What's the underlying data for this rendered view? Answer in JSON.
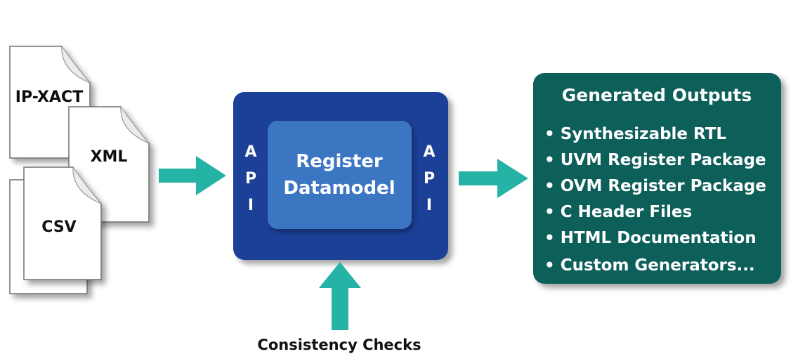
{
  "inputs": {
    "ipxact": "IP-XACT",
    "xml": "XML",
    "csv": "CSV"
  },
  "core": {
    "line1": "Register",
    "line2": "Datamodel",
    "api_left": [
      "A",
      "P",
      "I"
    ],
    "api_right": [
      "A",
      "P",
      "I"
    ]
  },
  "outputs": {
    "title": "Generated Outputs",
    "items": [
      "• Synthesizable RTL",
      "• UVM Register Package",
      "• OVM Register Package",
      "• C Header Files",
      "• HTML Documentation",
      "• Custom Generators..."
    ]
  },
  "bottom": {
    "label": "Consistency Checks"
  },
  "colors": {
    "outer_box": "#1f3f98",
    "inner_box": "#3b76c3",
    "outputs_box": "#0f5e5a",
    "arrow": "#25b3a5",
    "document": "#ffffff"
  }
}
